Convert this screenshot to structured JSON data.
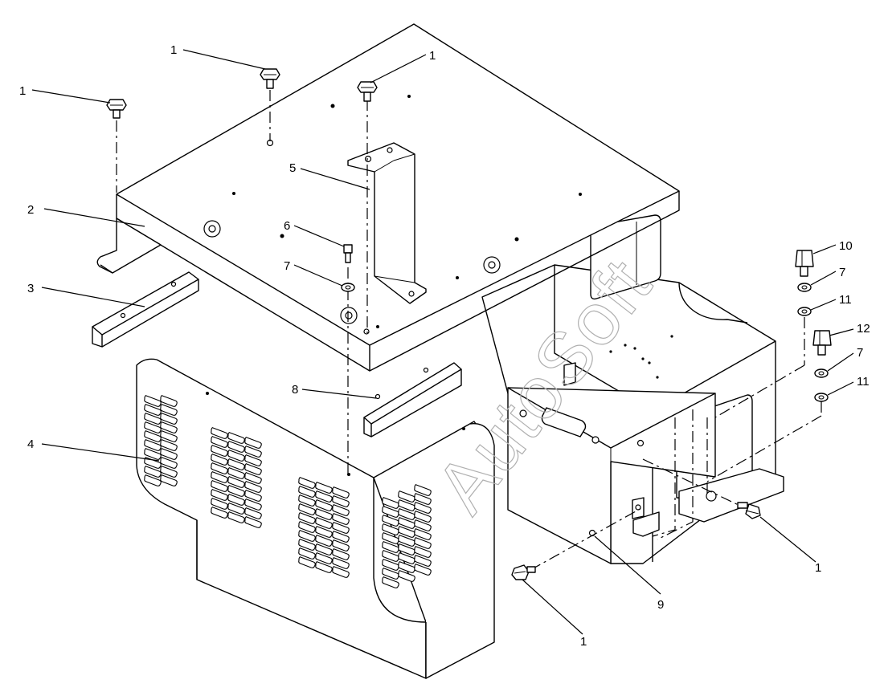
{
  "watermark": "AutoSoft",
  "callouts": {
    "c1a": "1",
    "c1b": "1",
    "c1c": "1",
    "c1d": "1",
    "c1e": "1",
    "c2": "2",
    "c3": "3",
    "c4": "4",
    "c5": "5",
    "c6": "6",
    "c7a": "7",
    "c7b": "7",
    "c7c": "7",
    "c8": "8",
    "c9": "9",
    "c10": "10",
    "c11a": "11",
    "c11b": "11",
    "c12": "12"
  }
}
